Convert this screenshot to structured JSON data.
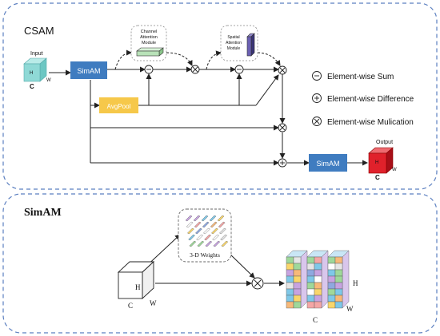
{
  "colors": {
    "panel_border": "#5b7fc0",
    "simam_box": "#3f7cc0",
    "avgpool_box": "#f6c84a",
    "input_cube": "#8fd9d6",
    "output_cube": "#e0212b",
    "arrow": "#222222"
  },
  "csam": {
    "title": "CSAM",
    "input_label": "Input",
    "input_h": "H",
    "input_c": "C",
    "input_w": "W",
    "simam_label": "SimAM",
    "avgpool_label": "AvgPool",
    "channel_module_line1": "Channel",
    "channel_module_line2": "Attention",
    "channel_module_line3": "Module",
    "spatial_module_line1": "Spatial",
    "spatial_module_line2": "Attention",
    "spatial_module_line3": "Module",
    "simam_output_label": "SimAM",
    "output_label": "Output",
    "output_h": "H",
    "output_c": "C",
    "output_w": "W",
    "legend": [
      {
        "symbol": "minus-circle",
        "text": "Element-wise Sum"
      },
      {
        "symbol": "plus-circle",
        "text": "Element-wise Difference"
      },
      {
        "symbol": "times-circle",
        "text": "Element-wise Mulication"
      }
    ]
  },
  "simam": {
    "title": "SimAM",
    "weights_label": "3-D Weights",
    "input_h": "H",
    "input_c": "C",
    "input_w": "W",
    "output_h": "H",
    "output_c": "C",
    "output_w": "W"
  }
}
